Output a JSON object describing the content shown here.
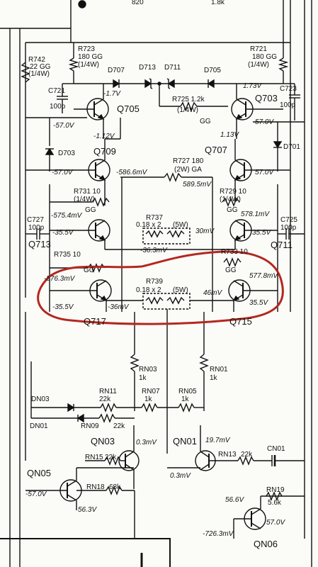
{
  "top": {
    "left": "820",
    "right": "1.8k"
  },
  "resistors": {
    "r742": "R742",
    "r742v": "22 GG",
    "r742p": "(1/4W)",
    "r723": "R723",
    "r723v": "180 GG",
    "r723p": "(1/4W)",
    "r721": "R721",
    "r721v": "180 GG",
    "r721p": "(1/4W)",
    "r725": "R725 1.2k",
    "r725p": "(1/4W)",
    "r725g": "GG",
    "r727": "R727 180",
    "r727p": "(2W) GA",
    "r731": "R731 10",
    "r731p": "(1/4W)",
    "r731g": "GG",
    "r729": "R729 10",
    "r729p": "(1/4W)",
    "r729g": "GG",
    "r737": "R737",
    "r737v": "0.18 x 2",
    "r737p": "(5W)",
    "r735": "R735 10",
    "r735g": "GG",
    "r733": "R733 10",
    "r733g": "GG",
    "r739": "R739",
    "r739v": "0.18 x 2",
    "r739p": "(5W)",
    "rn03": "RN03",
    "rn03v": "1k",
    "rn01": "RN01",
    "rn01v": "1k",
    "rn11": "RN11",
    "rn11v": "22k",
    "rn07": "RN07",
    "rn07v": "1k",
    "rn05": "RN05",
    "rn05v": "1k",
    "rn09": "RN09",
    "rn09v": "22k",
    "rn15": "RN15",
    "rn15v": "22k",
    "rn13": "RN13",
    "rn13v": "22k",
    "rn18": "RN18",
    "rn18v": "68k",
    "rn19": "RN19",
    "rn19v": "5.6k"
  },
  "capacitors": {
    "c721": "C721",
    "c721v": "100p",
    "c723": "C723",
    "c723v": "100p",
    "c727": "C727",
    "c727v": "100p",
    "c725": "C725",
    "c725v": "100p",
    "cn01": "CN01"
  },
  "diodes": {
    "d707": "D707",
    "d713": "D713",
    "d711": "D711",
    "d705": "D705",
    "d703": "D703",
    "d701": "D701",
    "dn03": "DN03",
    "dn01": "DN01"
  },
  "transistors": {
    "q705": "Q705",
    "q703": "Q703",
    "q709": "Q709",
    "q707": "Q707",
    "q713": "Q713",
    "q711": "Q711",
    "q717": "Q717",
    "q715": "Q715",
    "qn03": "QN03",
    "qn01": "QN01",
    "qn05": "QN05",
    "qn06": "QN06"
  },
  "voltages": {
    "v1": "-1.7V",
    "v2": "-57.0V",
    "v3": "-1.12V",
    "v4": "1.73V",
    "v5": "57.0V",
    "v6": "1.13V",
    "v7": "-57.0V",
    "v8": "-586.6mV",
    "v9": "57.0V",
    "v10": "589.5mV",
    "v11": "-575.4mV",
    "v12": "-35.5V",
    "v13": "578.1mV",
    "v14": "35.5V",
    "v15": "-36.3mV",
    "v16": "30mV",
    "v17": "-576.3mV",
    "v18": "-35.5V",
    "v19": "-36mV",
    "v20": "577.8mV",
    "v21": "46mV",
    "v22": "35.5V",
    "v23": "0.3mV",
    "v24": "19.7mV",
    "v25": "0.3mV",
    "v26": "-57.0V",
    "v27": "56.3V",
    "v28": "56.6V",
    "v29": "57.0V",
    "v30": "-726.3mV"
  },
  "highlight_color": "#b3281f"
}
